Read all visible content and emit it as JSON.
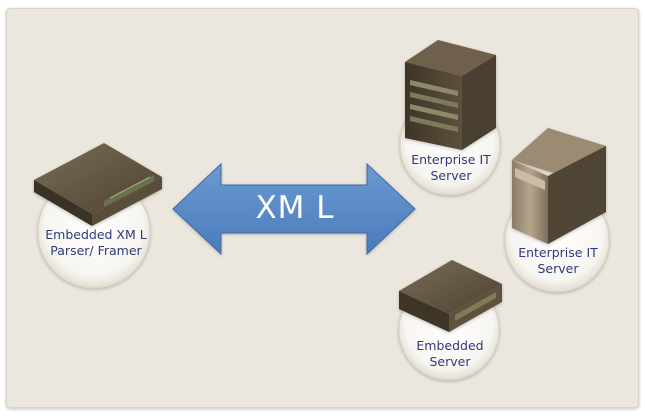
{
  "diagram": {
    "arrow_label": "XM L",
    "nodes": {
      "parser": {
        "label": "Embedded XM L\nParser/ Framer",
        "icon": "embedded-device-icon"
      },
      "enterprise_server_1": {
        "label": "Enterprise IT\nServer",
        "icon": "rack-server-icon"
      },
      "enterprise_server_2": {
        "label": "Enterprise IT\nServer",
        "icon": "tower-server-icon"
      },
      "embedded_server": {
        "label": "Embedded\nServer",
        "icon": "embedded-server-icon"
      }
    },
    "colors": {
      "background": "#ece7de",
      "arrow": "#5b8cc7",
      "label_text": "#2f3a78",
      "device": "#4f4434"
    }
  }
}
